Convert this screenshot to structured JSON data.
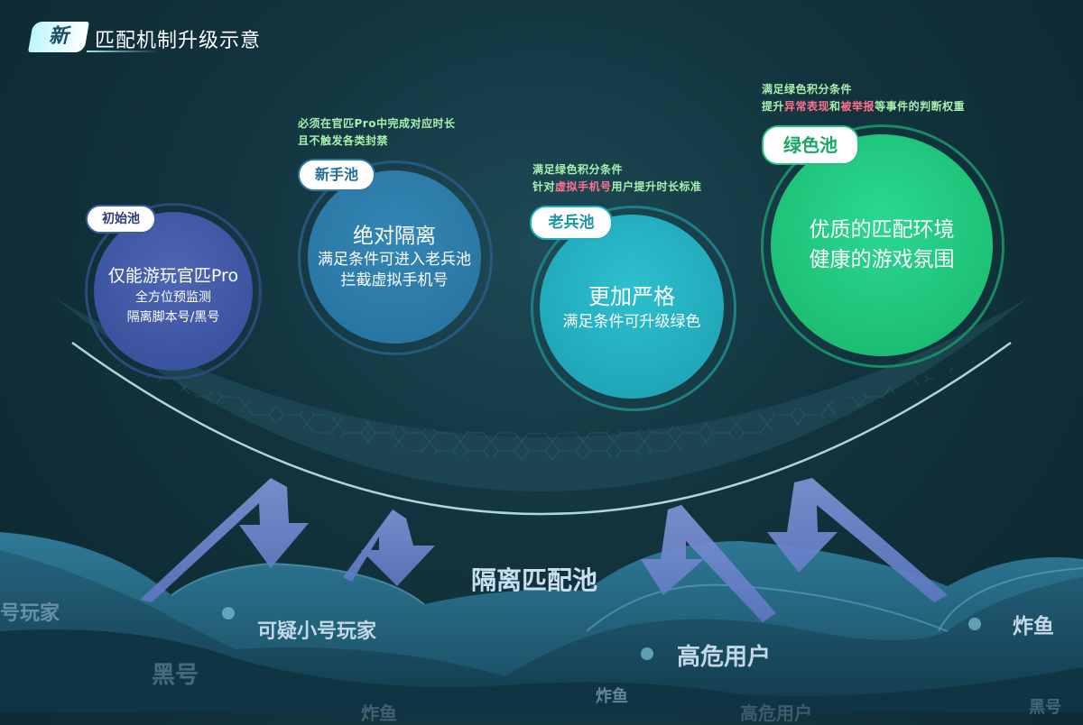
{
  "header": {
    "badge": "新",
    "title": "匹配机制升级示意"
  },
  "pools": [
    {
      "tag": "初始池",
      "lines": [
        "仅能游玩官匹Pro",
        "全方位预监测",
        "隔离脚本号/黑号"
      ]
    },
    {
      "tag": "新手池",
      "lines": [
        "绝对隔离",
        "满足条件可进入老兵池",
        "拦截虚拟手机号"
      ],
      "note": [
        "必须在官匹Pro中完成对应时长",
        "且不触发各类封禁"
      ]
    },
    {
      "tag": "老兵池",
      "lines": [
        "更加严格",
        "满足条件可升级绿色"
      ],
      "note1": "满足绿色积分条件",
      "note2": {
        "pre": "针对",
        "hl": "虚拟手机号",
        "post": "用户提升时长标准"
      }
    },
    {
      "tag": "绿色池",
      "lines": [
        "优质的匹配环境",
        "健康的游戏氛围"
      ],
      "note1": "满足绿色积分条件",
      "note2": {
        "pre": "提升",
        "hl1": "异常表现",
        "mid": "和",
        "hl2": "被举报",
        "post": "等事件的判断权重"
      }
    }
  ],
  "bottom": {
    "isolation_pool": "隔离匹配池",
    "labels": [
      "号玩家",
      "可疑小号玩家",
      "黑号",
      "炸鱼",
      "高危用户",
      "炸鱼",
      "高危用户",
      "炸鱼",
      "黑号"
    ]
  },
  "colors": {
    "pool1": "#3f5aa6",
    "pool2": "#2b7aa8",
    "pool3": "#1fb0c0",
    "pool4": "#1fc47a",
    "tag_text1": "#2a3d7a",
    "tag_text2": "#1f6f95",
    "tag_text3": "#1797a6",
    "tag_text4": "#18a866"
  }
}
